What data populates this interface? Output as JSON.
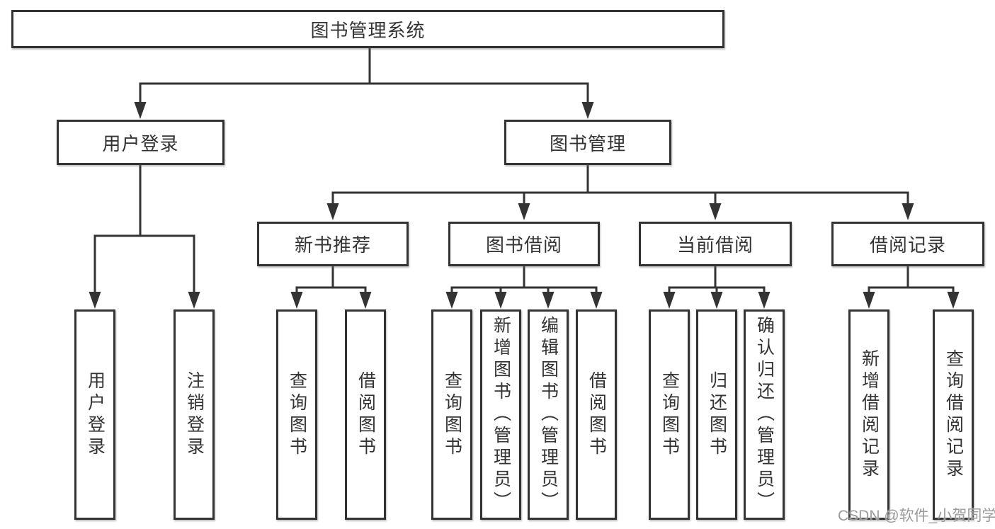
{
  "colors": {
    "line": "#333333",
    "box_border": "#333333",
    "text": "#333333",
    "watermark": "#9a9a9a",
    "background": "#ffffff"
  },
  "watermark": {
    "text": "CSDN @软件_小贺同学"
  },
  "tree": {
    "root": {
      "label": "图书管理系统"
    },
    "level2": [
      {
        "id": "user-login",
        "label": "用户登录",
        "children": [
          "用户登录",
          "注销登录"
        ]
      },
      {
        "id": "book-management",
        "label": "图书管理"
      }
    ],
    "level3": [
      {
        "id": "new-book-recommend",
        "label": "新书推荐",
        "children": [
          "查询图书",
          "借阅图书"
        ]
      },
      {
        "id": "book-borrow",
        "label": "图书借阅",
        "children": [
          "查询图书",
          "新增图书（管理员）",
          "编辑图书（管理员）",
          "借阅图书"
        ]
      },
      {
        "id": "current-borrow",
        "label": "当前借阅",
        "children": [
          "查询图书",
          "归还图书",
          "确认归还（管理员）"
        ]
      },
      {
        "id": "borrow-records",
        "label": "借阅记录",
        "children": [
          "新增借阅记录",
          "查询借阅记录"
        ]
      }
    ]
  }
}
